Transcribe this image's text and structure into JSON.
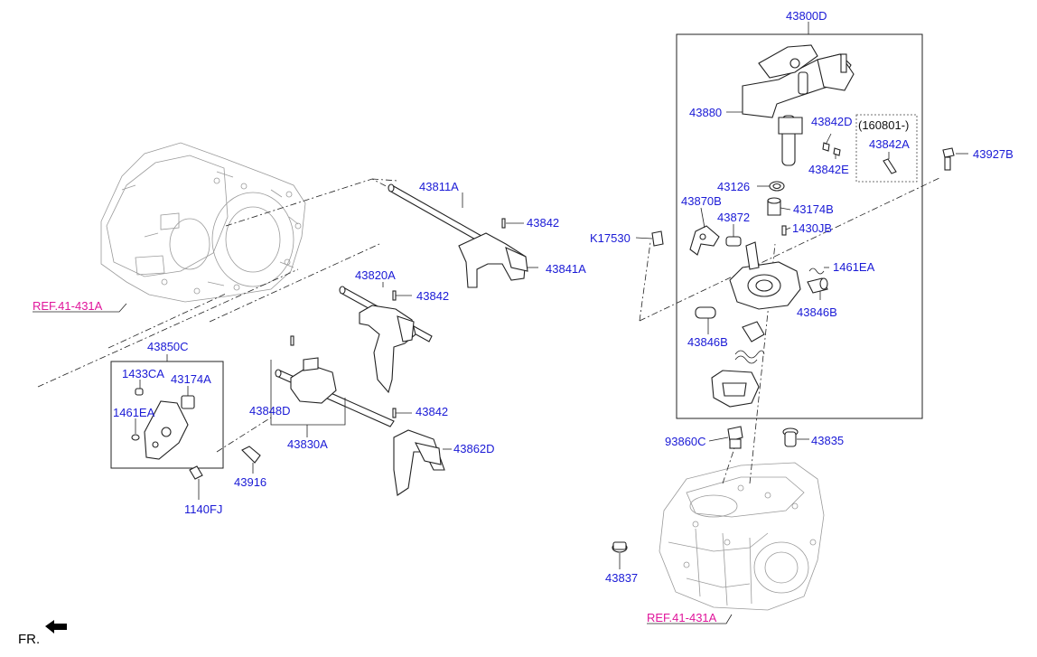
{
  "diagram": {
    "colors": {
      "part_label": "#1a1ad6",
      "reference": "#e0159b",
      "line": "#222222"
    },
    "labels": {
      "p43800D": "43800D",
      "p43880": "43880",
      "p43842D": "43842D",
      "p160801": "(160801-)",
      "p43842A": "43842A",
      "p43927B": "43927B",
      "p43842E": "43842E",
      "p43126": "43126",
      "p43870B": "43870B",
      "p43174B": "43174B",
      "p43872": "43872",
      "p1430JB": "1430JB",
      "pK17530": "K17530",
      "p1461EA_r": "1461EA",
      "p43846B_r": "43846B",
      "p43846B_l": "43846B",
      "p93860C": "93860C",
      "p43835": "43835",
      "p43837": "43837",
      "p43811A": "43811A",
      "p43842_1": "43842",
      "p43841A": "43841A",
      "p43820A": "43820A",
      "p43842_2": "43842",
      "p43850C": "43850C",
      "p1433CA": "1433CA",
      "p43174A": "43174A",
      "p1461EA_l": "1461EA",
      "p43848D": "43848D",
      "p43842_3": "43842",
      "p43830A": "43830A",
      "p43862D": "43862D",
      "p43916": "43916",
      "p1140FJ": "1140FJ"
    },
    "refs": {
      "ref_left": "REF.41-431A",
      "ref_right": "REF.41-431A"
    },
    "front_marker": "FR."
  }
}
